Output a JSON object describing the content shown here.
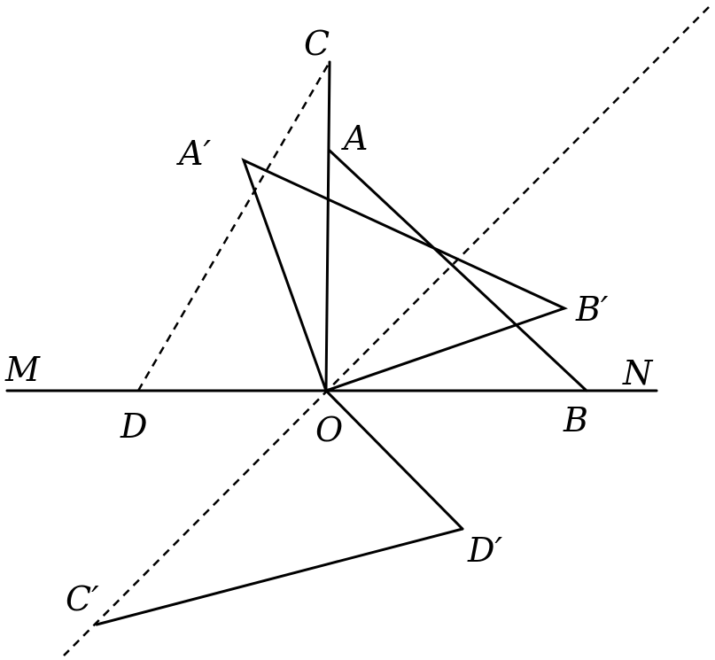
{
  "labels": {
    "C": "C",
    "A": "A",
    "A_prime": "A′",
    "B_prime": "B′",
    "M": "M",
    "N": "N",
    "D": "D",
    "O": "O",
    "B": "B",
    "D_prime": "D′",
    "C_prime": "C′"
  }
}
